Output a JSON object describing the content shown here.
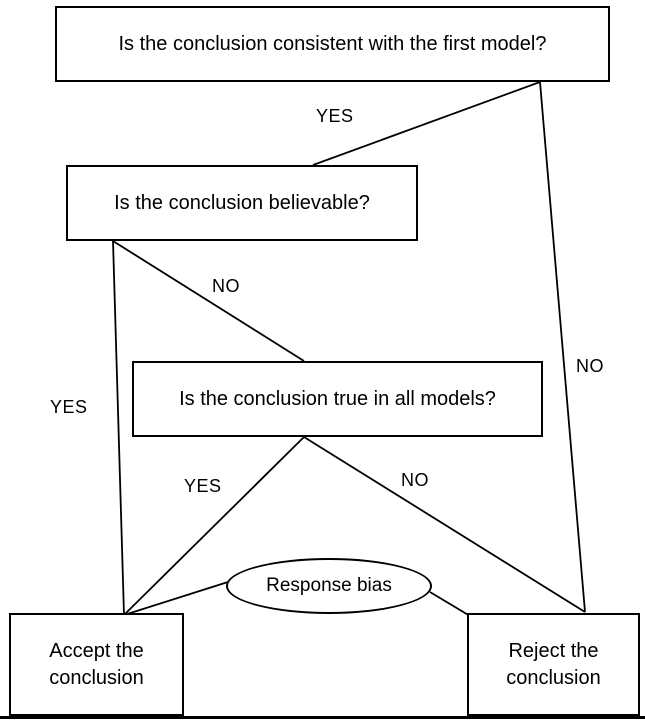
{
  "nodes": {
    "q1": "Is the conclusion consistent with the first model?",
    "q2": "Is the conclusion believable?",
    "q3": "Is the conclusion true in all models?",
    "accept": "Accept the\nconclusion",
    "reject": "Reject the\nconclusion",
    "bias": "Response bias"
  },
  "edge_labels": {
    "q1_q2": "YES",
    "q1_reject": "NO",
    "q2_q3": "NO",
    "q2_accept": "YES",
    "q3_accept": "YES",
    "q3_reject": "NO"
  }
}
